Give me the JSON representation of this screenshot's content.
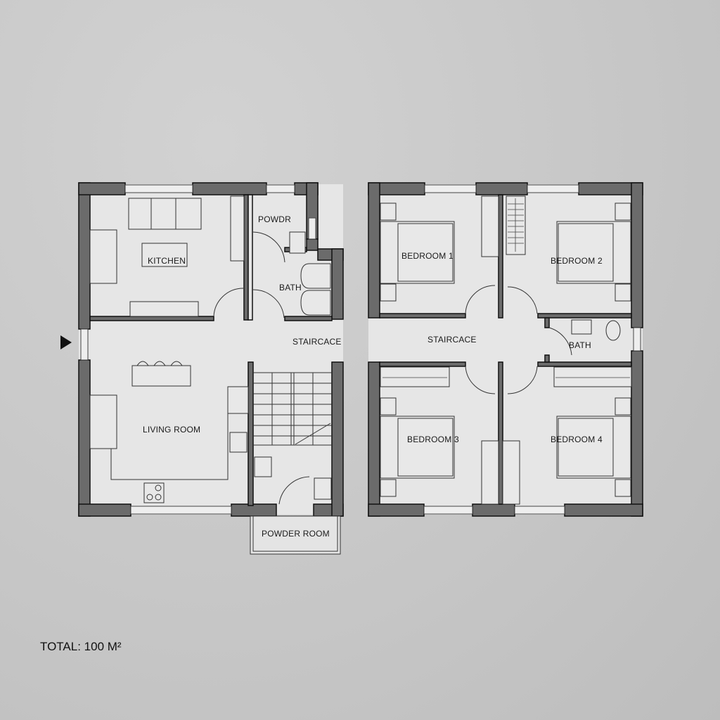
{
  "plan": {
    "total_label": "TOTAL: 100 M²",
    "entrance_marker": "entrance-arrow",
    "ground_floor": {
      "rooms": [
        {
          "id": "kitchen",
          "label": "KITCHEN"
        },
        {
          "id": "powdr",
          "label": "POWDR"
        },
        {
          "id": "bath",
          "label": "BATH"
        },
        {
          "id": "staircase",
          "label": "STAIRCACE"
        },
        {
          "id": "living",
          "label": "LIVING ROOM"
        },
        {
          "id": "powder_room",
          "label": "POWDER ROOM"
        }
      ]
    },
    "upper_floor": {
      "rooms": [
        {
          "id": "bedroom1",
          "label": "BEDROOM 1"
        },
        {
          "id": "bedroom2",
          "label": "BEDROOM 2"
        },
        {
          "id": "staircase",
          "label": "STAIRCACE"
        },
        {
          "id": "bath",
          "label": "BATH"
        },
        {
          "id": "bedroom3",
          "label": "BEDROOM 3"
        },
        {
          "id": "bedroom4",
          "label": "BEDROOM 4"
        }
      ]
    }
  },
  "colors": {
    "wall": "#6b6b6b",
    "floor": "#e6e6e6",
    "line": "#222222",
    "background": "#c9c9c9"
  }
}
